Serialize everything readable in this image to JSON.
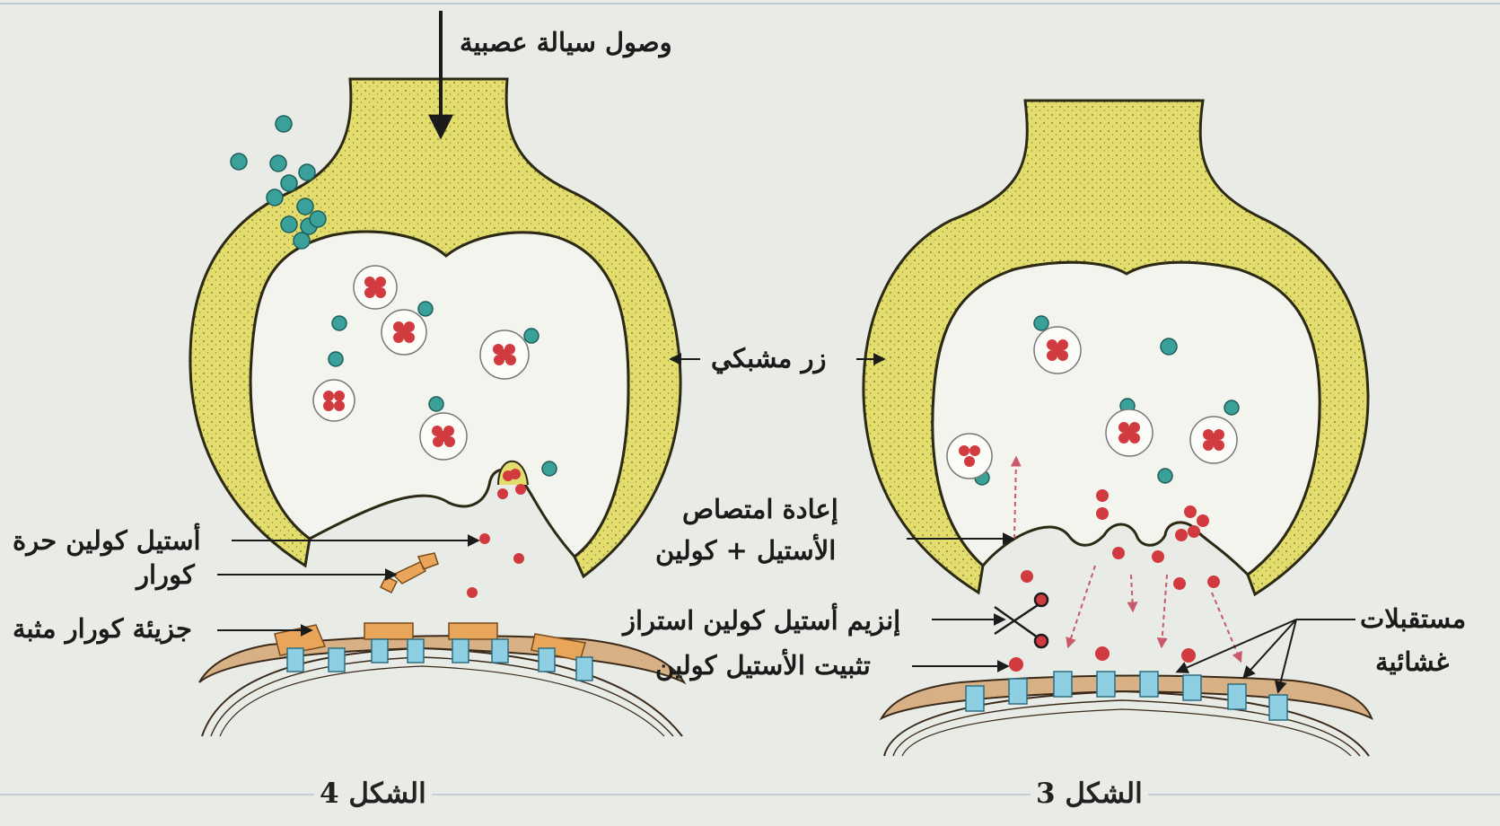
{
  "colors": {
    "background": "#e9ebe6",
    "terminal_fill": "#e3dd6e",
    "terminal_stroke": "#2c2a14",
    "cytoplasm": "#f4f4ef",
    "vesicle_fill": "#fbfbf8",
    "acetylcholine": "#d13a3f",
    "choline_ions": "#3aa09a",
    "curare": "#e9a55a",
    "receptor": "#8ecfe3",
    "membrane": "#d8b086",
    "arrow_dashed": "#c85a6a"
  },
  "icons": [
    "arrow-down-icon",
    "scissors-icon"
  ],
  "labels": {
    "nerve_impulse": "وصول سيالة عصبية",
    "synaptic_button": "زر مشبكي",
    "free_acetylcholine": "أستيل كولين حرة",
    "curare": "كورار",
    "fixed_curare": "جزيئة كورار مثبة",
    "reabsorption_line1": "إعادة امتصاص",
    "reabsorption_line2": "الأستيل + كولين",
    "enzyme": "إنزيم أستيل كولين استراز",
    "fixation": "تثبيت الأستيل كولين",
    "receptors_line1": "مستقبلات",
    "receptors_line2": "غشائية"
  },
  "captions": {
    "figure4": "الشكل 4",
    "figure3": "الشكل 3"
  }
}
